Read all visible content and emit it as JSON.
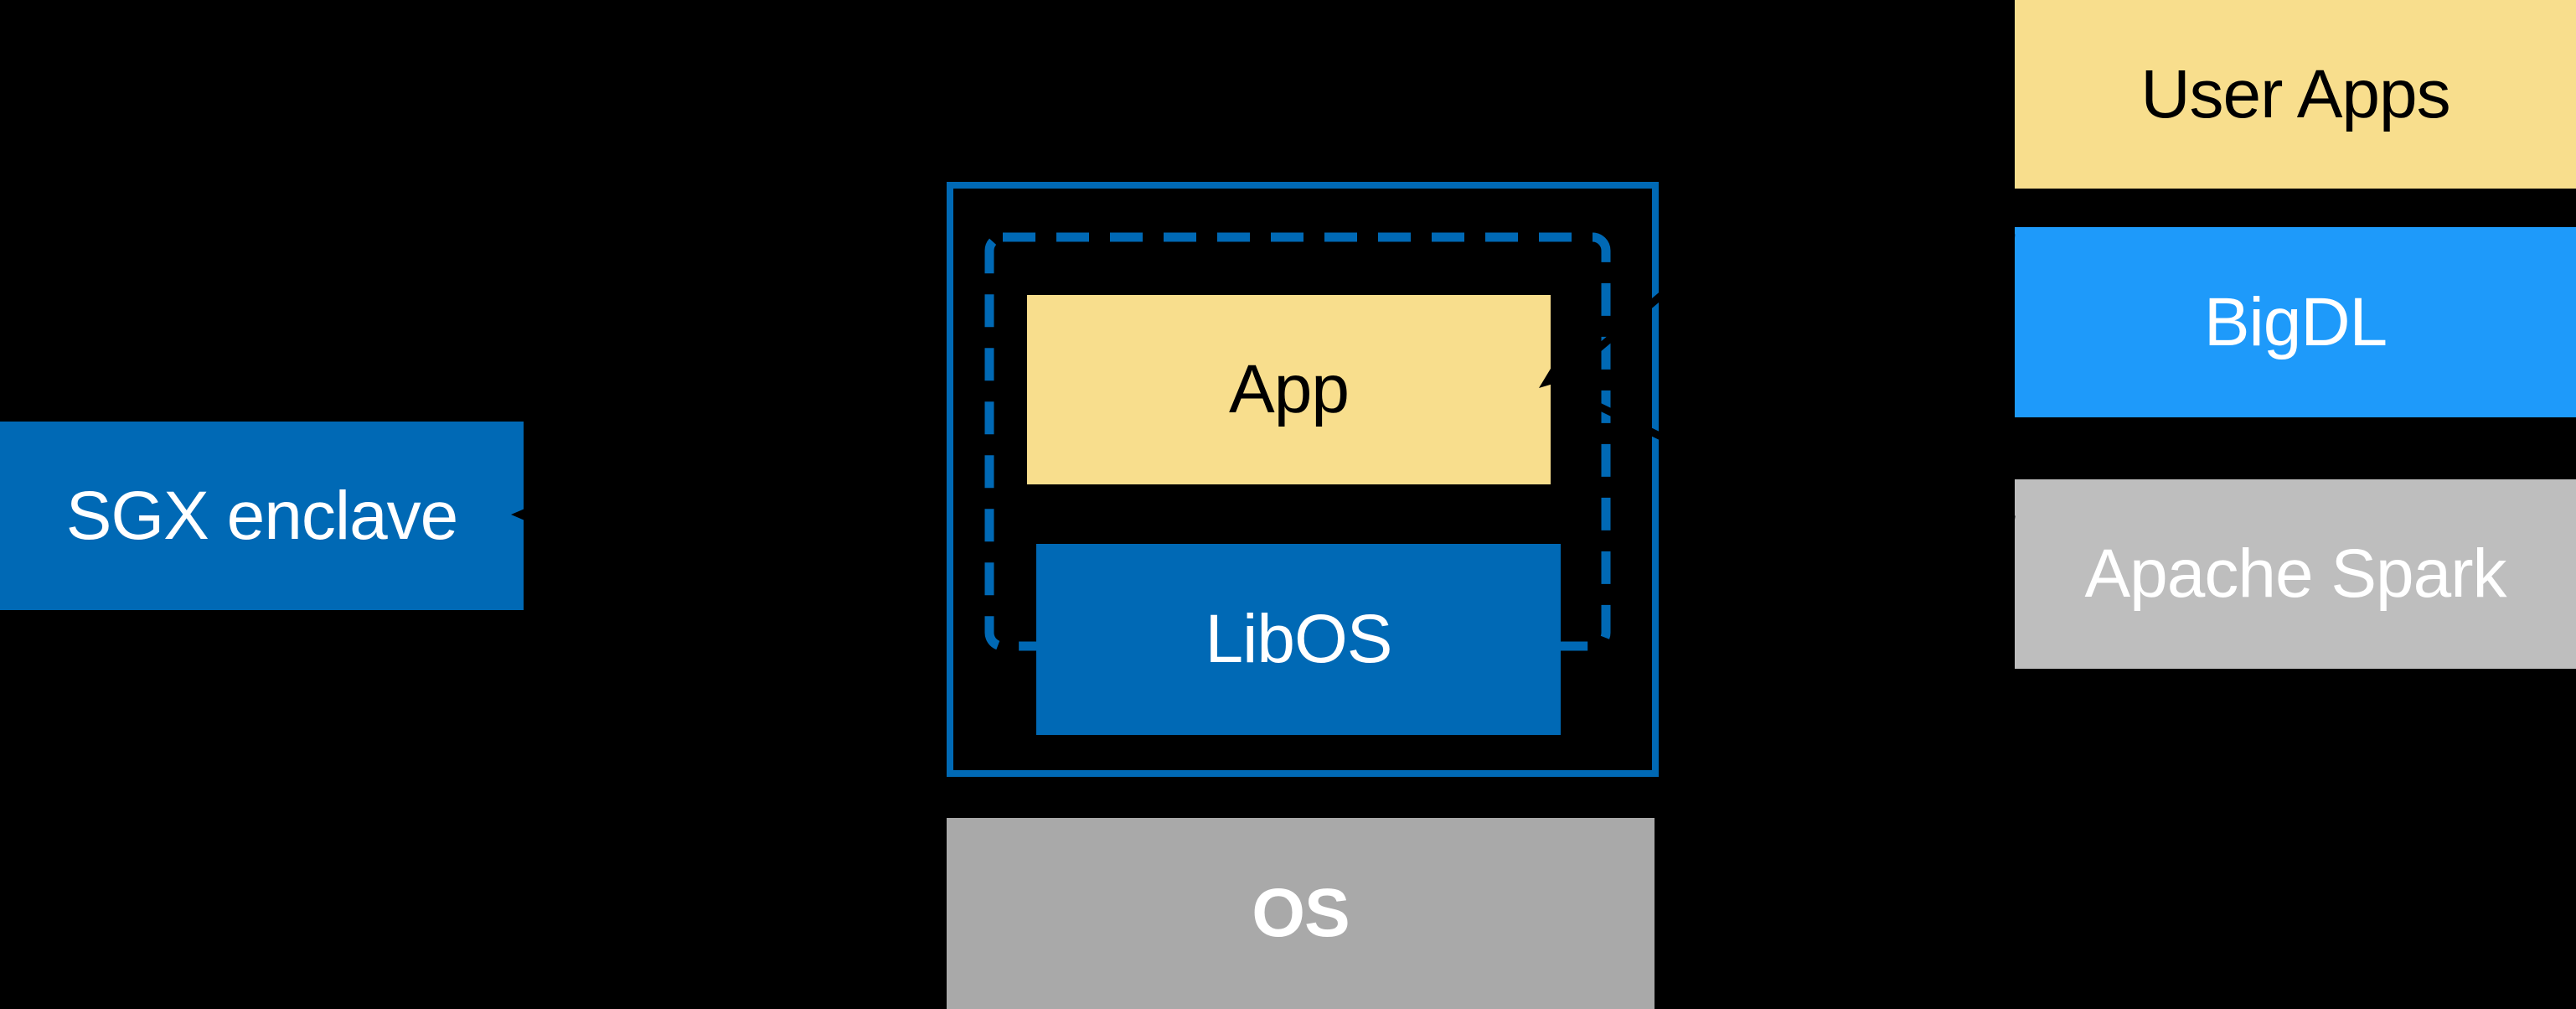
{
  "diagram": {
    "background_color": "#000000",
    "colors": {
      "intel_blue": "#0069B5",
      "bigdl_blue": "#1E9AFA",
      "app_yellow": "#F8DE8D",
      "os_gray": "#A9A9A9",
      "spark_gray": "#BEBEBE",
      "connector_black": "#000000",
      "label_white": "#FFFFFF",
      "label_black": "#000000"
    },
    "nodes": {
      "sgx_enclave": {
        "label": "SGX enclave"
      },
      "app": {
        "label": "App"
      },
      "libos": {
        "label": "LibOS"
      },
      "os": {
        "label": "OS"
      },
      "user_apps": {
        "label": "User Apps"
      },
      "bigdl": {
        "label": "BigDL"
      },
      "apache_spark": {
        "label": "Apache Spark"
      }
    }
  }
}
